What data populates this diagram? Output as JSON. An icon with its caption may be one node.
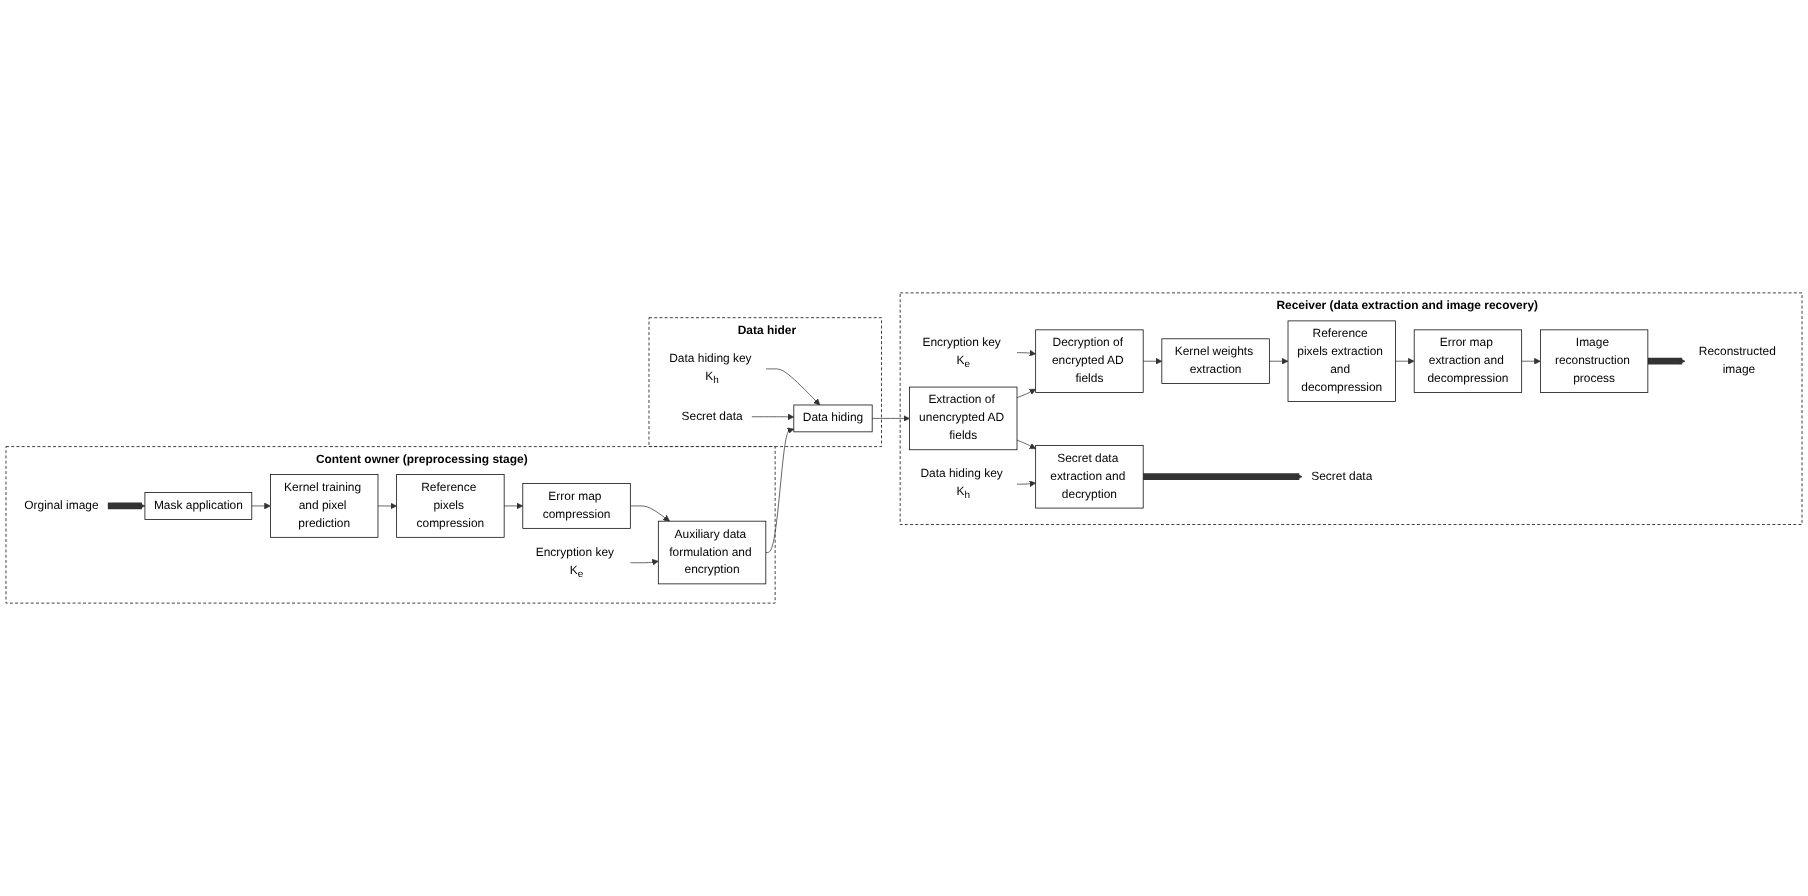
{
  "diagram": {
    "nodes": [
      {
        "text": [
          "Content owner (preprocessing stage)"
        ]
      },
      {
        "text": [
          "Orginal image"
        ],
        "in": 0
      },
      {
        "text": [
          "Mask application"
        ],
        "in": 0
      },
      {
        "text": [
          "Kernel training and pixel prediction"
        ],
        "in": 0
      },
      {
        "text": [
          "Reference pixels compression"
        ],
        "in": 0
      },
      {
        "text": [
          "Error map compression"
        ],
        "in": 0
      },
      {
        "text": [
          "Auxiliary data formulation and encryption"
        ],
        "in": 0
      },
      {
        "text": [
          "Encryption key K$_{e}$"
        ],
        "in": 0
      },
      {
        "text": [
          "Receiver (data extraction and image recovery)"
        ]
      },
      {
        "text": [
          "Reconstructed image"
        ],
        "in": 8
      },
      {
        "text": [
          "Image reconstruction process"
        ],
        "in": 8
      },
      {
        "text": [
          "Error map extraction and decompression"
        ],
        "in": 8
      },
      {
        "text": [
          "Reference pixels extraction and decompression"
        ],
        "in": 8
      },
      {
        "text": [
          "Kernel weights extraction"
        ],
        "in": 8
      },
      {
        "text": [
          "Encryption key K$_{e}$"
        ],
        "in": 8
      },
      {
        "text": [
          "Decryption of encrypted AD fields"
        ],
        "in": 8
      },
      {
        "text": [
          "Secret data"
        ],
        "in": 8
      },
      {
        "text": [
          "Secret data extraction and decryption"
        ],
        "in": 8
      },
      {
        "text": [
          "Extraction of unencrypted AD fields"
        ],
        "in": 8
      },
      {
        "text": [
          "Data hiding key K$_{h}$"
        ],
        "in": 8
      },
      {
        "text": [
          "Data hider"
        ]
      },
      {
        "text": [
          "Data hiding"
        ],
        "in": 20
      },
      {
        "text": [
          "Data hiding key K$_{h}$"
        ],
        "in": 20
      },
      {
        "text": [
          "Secret data"
        ],
        "in": 20
      }
    ],
    "edges": [
      {
        "from": 1,
        "to": 2,
        "arrow": "to",
        "style": "thick"
      },
      {
        "from": 2,
        "to": 3,
        "arrow": "to"
      },
      {
        "from": 3,
        "to": 4,
        "arrow": "to"
      },
      {
        "from": 4,
        "to": 5,
        "arrow": "to"
      },
      {
        "from": 5,
        "to": 6,
        "arrow": "to"
      },
      {
        "from": 7,
        "to": 6,
        "arrow": "to"
      },
      {
        "from": 6,
        "to": 21,
        "arrow": "to"
      },
      {
        "from": 22,
        "to": 21,
        "arrow": "to"
      },
      {
        "from": 23,
        "to": 21,
        "arrow": "to"
      },
      {
        "from": 21,
        "to": 18,
        "arrow": "to"
      },
      {
        "from": 18,
        "to": 15,
        "arrow": "to"
      },
      {
        "from": 14,
        "to": 15,
        "arrow": "to"
      },
      {
        "from": 15,
        "to": 13,
        "arrow": "to"
      },
      {
        "from": 13,
        "to": 12,
        "arrow": "to"
      },
      {
        "from": 12,
        "to": 11,
        "arrow": "to"
      },
      {
        "from": 11,
        "to": 10,
        "arrow": "to"
      },
      {
        "from": 10,
        "to": 9,
        "arrow": "to",
        "style": "thick"
      },
      {
        "from": 18,
        "to": 17,
        "arrow": "to"
      },
      {
        "from": 19,
        "to": 17,
        "arrow": "to"
      },
      {
        "from": 17,
        "to": 16,
        "arrow": "to",
        "style": "thick"
      }
    ]
  }
}
